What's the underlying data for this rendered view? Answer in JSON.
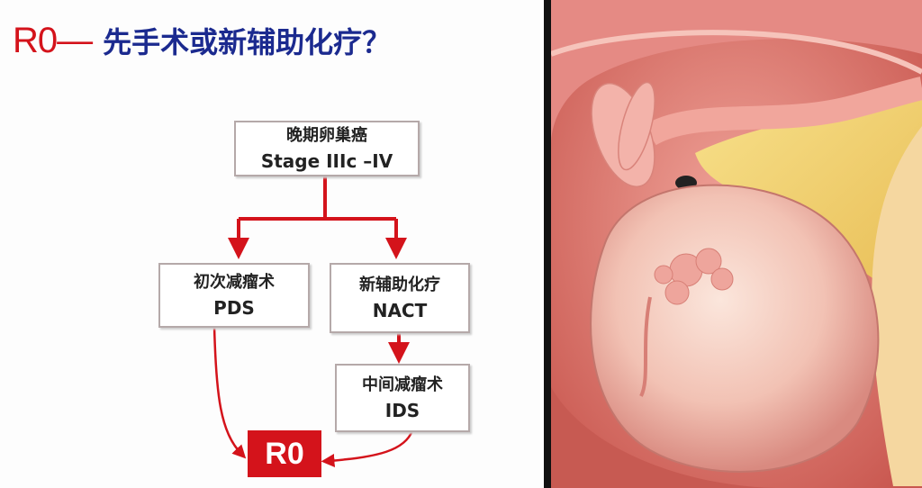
{
  "title": {
    "prefix": "R0—",
    "question": "先手术或新辅助化疗？"
  },
  "flowchart": {
    "top": {
      "zh": "晚期卵巢癌",
      "en": "Stage IIIc –IV"
    },
    "pds": {
      "zh": "初次减瘤术",
      "en": "PDS"
    },
    "nact": {
      "zh": "新辅助化疗",
      "en": "NACT"
    },
    "ids": {
      "zh": "中间减瘤术",
      "en": "IDS"
    },
    "result": "R0"
  },
  "colors": {
    "accent_red": "#d4131b",
    "title_blue": "#1b2a8f"
  }
}
